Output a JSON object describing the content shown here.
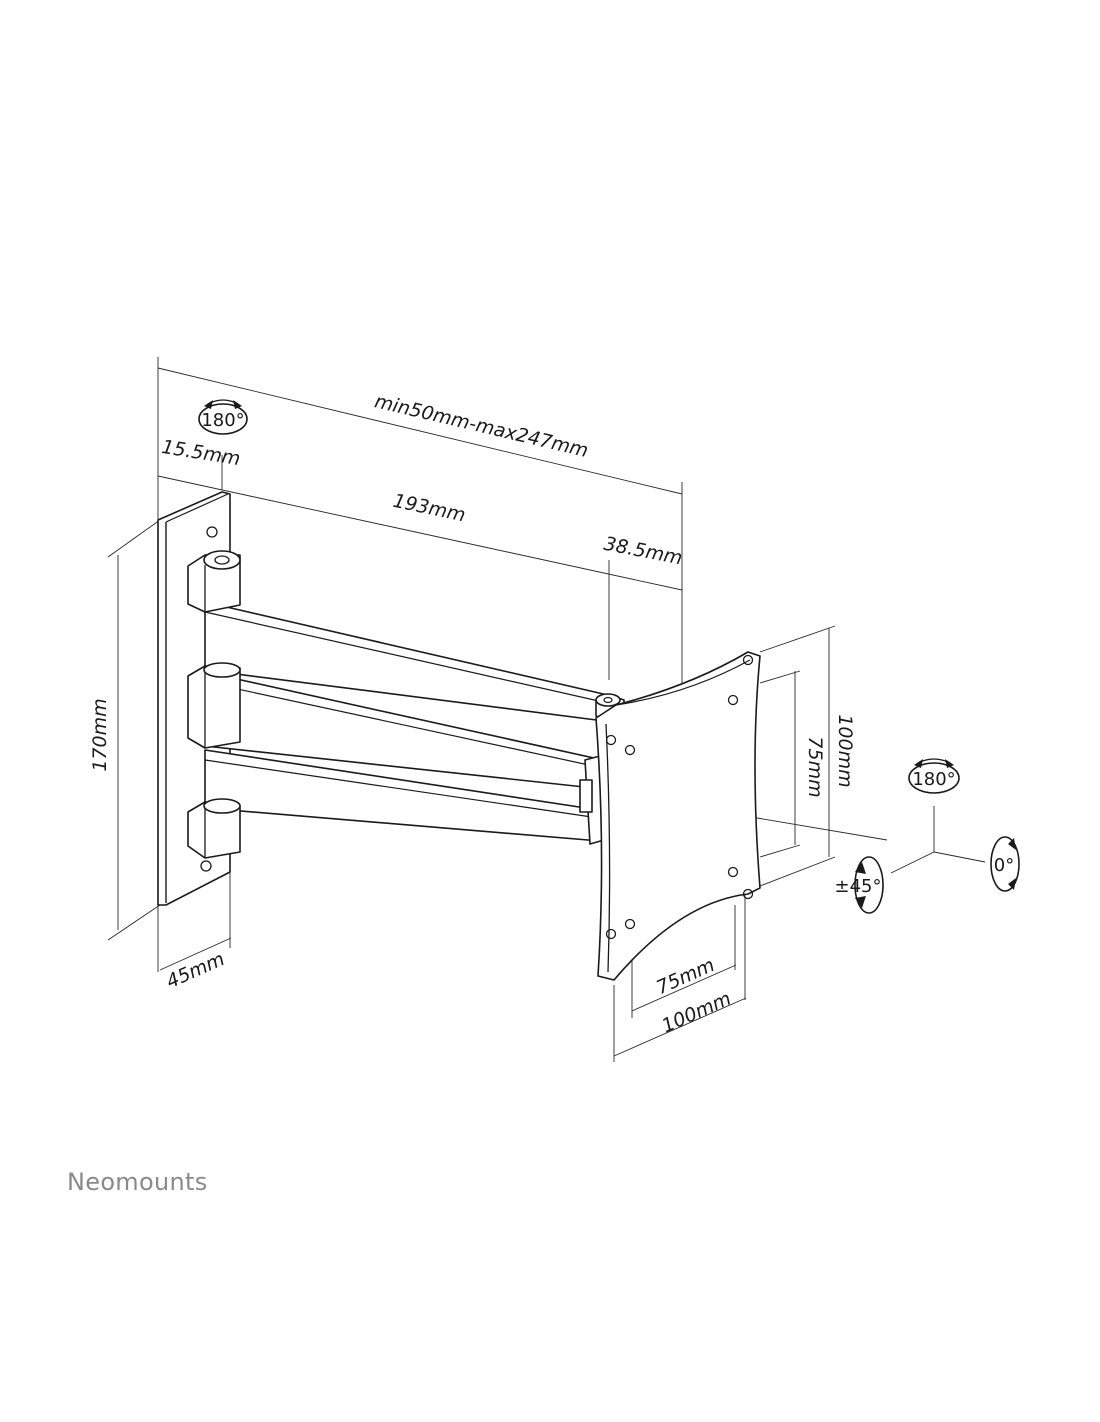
{
  "dimensions": {
    "extension": "min50mm-max247mm",
    "offset_wall": "15.5mm",
    "arm_length": "193mm",
    "offset_plate": "38.5mm",
    "height": "170mm",
    "depth": "45mm",
    "vesa_h_small": "75mm",
    "vesa_h_large": "100mm",
    "vesa_w_small": "75mm",
    "vesa_w_large": "100mm"
  },
  "rotations": {
    "wall_swivel": "180°",
    "screen_swivel": "180°",
    "tilt": "±45°",
    "rotate": "0°"
  },
  "brand": "Neomounts"
}
